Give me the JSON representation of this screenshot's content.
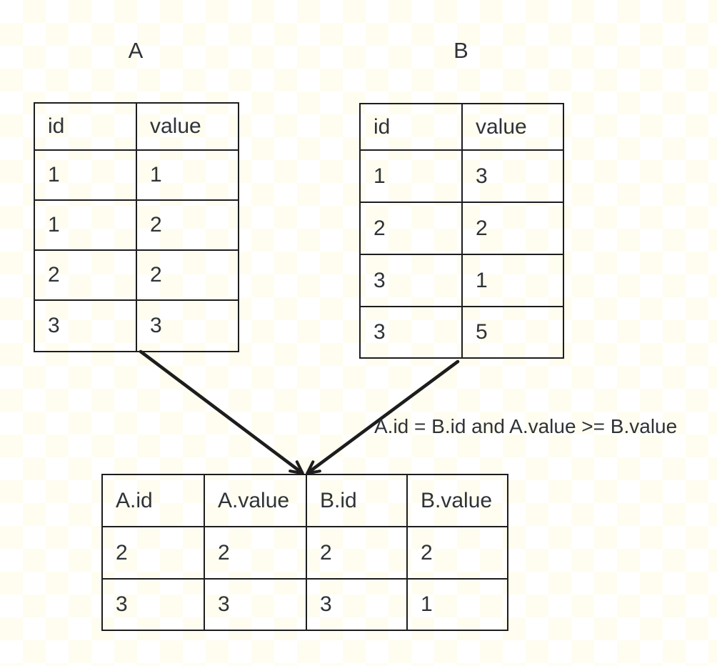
{
  "tables": {
    "a": {
      "title": "A",
      "headers": [
        "id",
        "value"
      ],
      "rows": [
        [
          "1",
          "1"
        ],
        [
          "1",
          "2"
        ],
        [
          "2",
          "2"
        ],
        [
          "3",
          "3"
        ]
      ]
    },
    "b": {
      "title": "B",
      "headers": [
        "id",
        "value"
      ],
      "rows": [
        [
          "1",
          "3"
        ],
        [
          "2",
          "2"
        ],
        [
          "3",
          "1"
        ],
        [
          "3",
          "5"
        ]
      ]
    },
    "result": {
      "headers": [
        "A.id",
        "A.value",
        "B.id",
        "B.value"
      ],
      "rows": [
        [
          "2",
          "2",
          "2",
          "2"
        ],
        [
          "3",
          "3",
          "3",
          "1"
        ]
      ]
    }
  },
  "annotations": {
    "join_condition": "A.id = B.id and A.value >= B.value"
  },
  "colors": {
    "border": "#1d1d1d",
    "text": "#2f3337",
    "background": "#fffdf0",
    "background_alt": "#ffffff"
  }
}
